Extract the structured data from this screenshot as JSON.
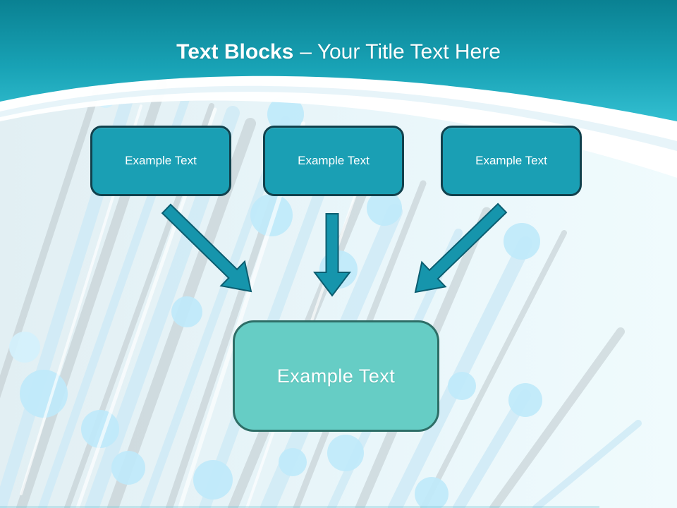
{
  "title": {
    "bold": "Text Blocks",
    "regular": "– Your Title Text Here"
  },
  "blocks": [
    {
      "label": "Example Text"
    },
    {
      "label": "Example Text"
    },
    {
      "label": "Example Text"
    }
  ],
  "result_block": {
    "label": "Example Text"
  },
  "colors": {
    "header_top": "#0a8192",
    "header_bottom": "#33bfd1",
    "block_fill": "#1a9fb4",
    "block_border": "#11414d",
    "arrow_fill": "#1695ac",
    "arrow_border": "#0b5d70",
    "result_fill": "#66cdc5",
    "result_border": "#2e6e67",
    "title_text": "#ffffff",
    "fiber_blue": "#cfeaf6",
    "fiber_gray": "#b9c3c7",
    "fiber_tip": "#bfe9fa"
  }
}
